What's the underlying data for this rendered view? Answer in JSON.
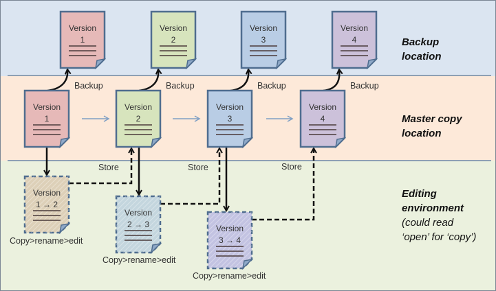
{
  "zones": {
    "backup": {
      "label_line1": "Backup",
      "label_line2": "location",
      "color": "#dbe5f1"
    },
    "master": {
      "label_line1": "Master copy",
      "label_line2": "location",
      "color": "#fde9d9"
    },
    "editing": {
      "label_line1": "Editing",
      "label_line2": "environment",
      "note_line1": "(could read",
      "note_line2": "‘open’ for ‘copy’)",
      "color": "#ebf1de"
    }
  },
  "backup_docs": [
    {
      "title": "Version",
      "num": "1",
      "color": "#e6b9b8"
    },
    {
      "title": "Version",
      "num": "2",
      "color": "#d7e4bd"
    },
    {
      "title": "Version",
      "num": "3",
      "color": "#b9cde5"
    },
    {
      "title": "Version",
      "num": "4",
      "color": "#ccc1da"
    }
  ],
  "master_docs": [
    {
      "title": "Version",
      "num": "1",
      "color": "#e6b9b8"
    },
    {
      "title": "Version",
      "num": "2",
      "color": "#d7e4bd"
    },
    {
      "title": "Version",
      "num": "3",
      "color": "#b9cde5"
    },
    {
      "title": "Version",
      "num": "4",
      "color": "#ccc1da"
    }
  ],
  "edit_docs": [
    {
      "title": "Version",
      "num": "1 → 2",
      "color": "#ddd0b8",
      "caption": "Copy>rename>edit"
    },
    {
      "title": "Version",
      "num": "2 → 3",
      "color": "#c4d6de",
      "caption": "Copy>rename>edit"
    },
    {
      "title": "Version",
      "num": "3 → 4",
      "color": "#c3c3e2",
      "caption": "Copy>rename>edit"
    }
  ],
  "labels": {
    "backup": "Backup",
    "store": "Store"
  },
  "outline_color": "#4f6d8f"
}
